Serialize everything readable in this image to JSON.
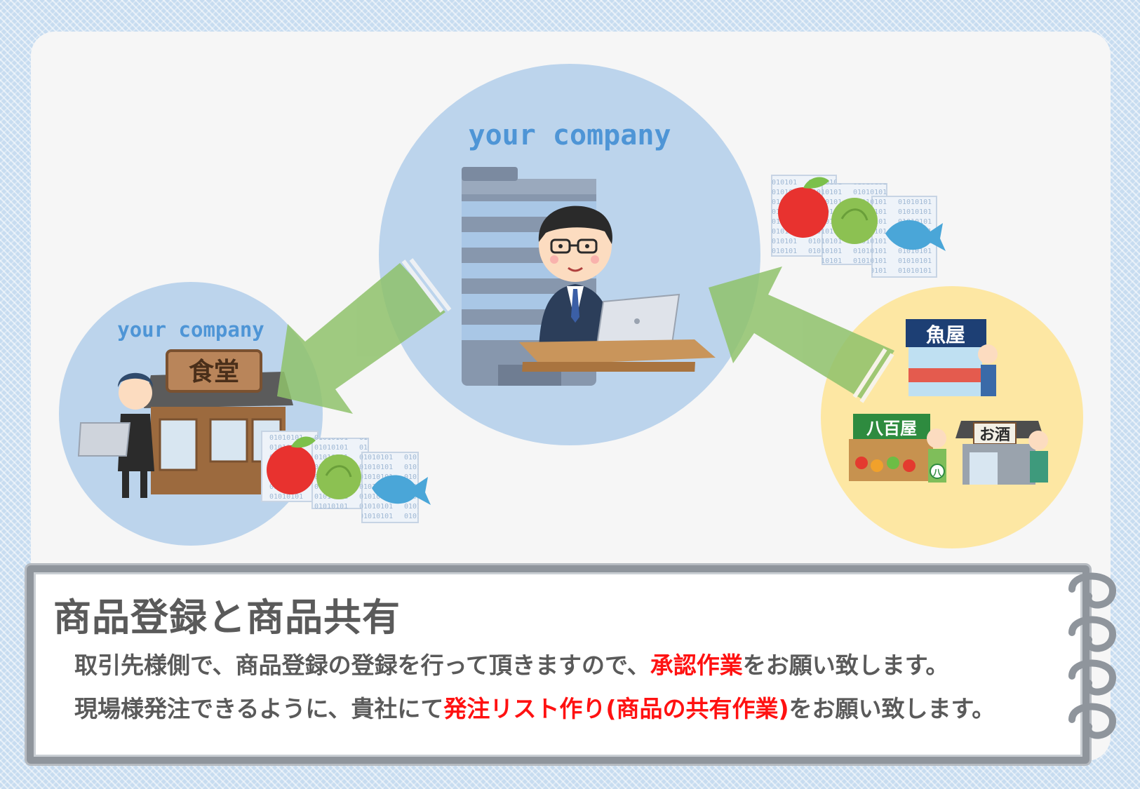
{
  "colors": {
    "circle_blue": "#bcd4ec",
    "circle_yellow": "#fde7a3",
    "arrow_green": "#8fc26b",
    "company_text": "#4e95d6",
    "highlight_red": "#ff1111",
    "body_text": "#5a5a5a"
  },
  "diagram": {
    "center_label": "your company",
    "left_label": "your company",
    "left_shop_sign": "食堂",
    "suppliers": {
      "fish_sign": "魚屋",
      "greengrocer_sign": "八百屋",
      "liquor_sign": "お酒",
      "apron_mark": "八"
    },
    "data_pattern": "01010101"
  },
  "note": {
    "title": "商品登録と商品共有",
    "line1": {
      "before": "取引先様側で、商品登録の登録を行って頂きますので、",
      "highlight": "承認作業",
      "after": "をお願い致します。"
    },
    "line2": {
      "before": "現場様発注できるように、貴社にて",
      "highlight": "発注リスト作り(商品の共有作業)",
      "after": "をお願い致します。"
    }
  }
}
